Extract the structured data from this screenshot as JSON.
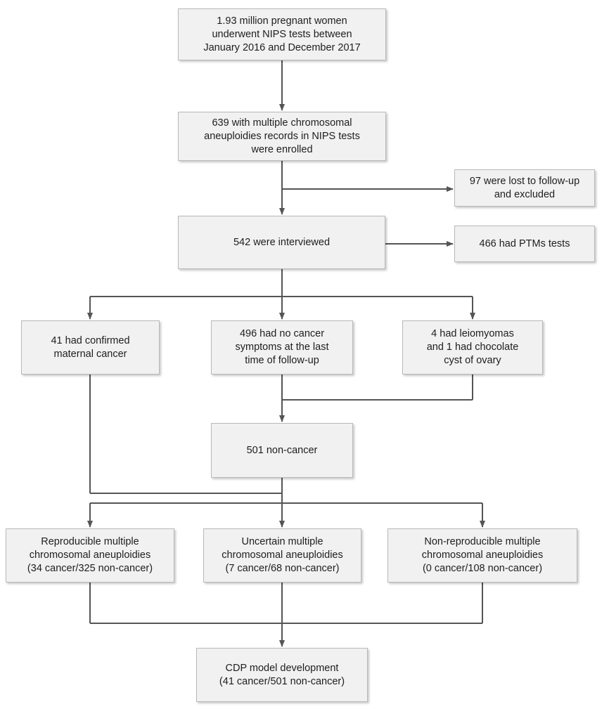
{
  "boxes": {
    "total": "1.93 million pregnant women\nunderwent NIPS tests between\nJanuary 2016 and December 2017",
    "enrolled": "639 with multiple chromosomal\naneuploidies records in NIPS tests\nwere enrolled",
    "lost": "97 were lost to follow-up\nand excluded",
    "interviewed": "542 were interviewed",
    "ptms": "466 had PTMs tests",
    "cancer": "41 had confirmed\nmaternal cancer",
    "no_symptoms": "496 had no cancer\nsymptoms at the last\ntime of follow-up",
    "leiomyomas": "4 had leiomyomas\nand 1 had chocolate\ncyst of ovary",
    "non_cancer": "501 non-cancer",
    "reproducible": "Reproducible multiple\nchromosomal aneuploidies\n(34 cancer/325 non-cancer)",
    "uncertain": "Uncertain multiple\nchromosomal aneuploidies\n(7 cancer/68 non-cancer)",
    "non_reproducible": "Non-reproducible multiple\nchromosomal aneuploidies\n(0 cancer/108 non-cancer)",
    "cdp": "CDP model development\n(41 cancer/501 non-cancer)"
  }
}
